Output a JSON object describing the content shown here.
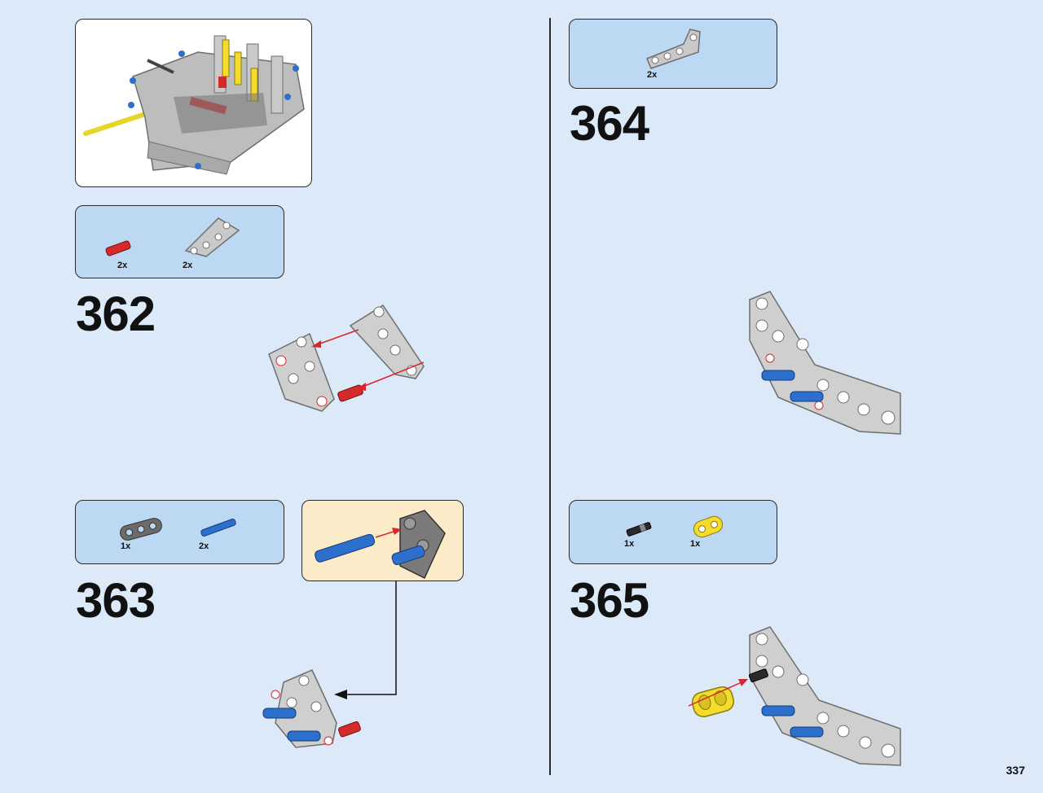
{
  "page": {
    "number": "337"
  },
  "steps": {
    "s362": {
      "number": "362",
      "parts": [
        {
          "name": "red-axle-pin",
          "qty": "2x"
        },
        {
          "name": "triangle-liftarm",
          "qty": "2x"
        }
      ]
    },
    "s363": {
      "number": "363",
      "parts": [
        {
          "name": "dark-gray-liftarm-1x3",
          "qty": "1x"
        },
        {
          "name": "blue-pin",
          "qty": "2x"
        }
      ]
    },
    "s364": {
      "number": "364",
      "parts": [
        {
          "name": "bent-liftarm",
          "qty": "2x"
        }
      ]
    },
    "s365": {
      "number": "365",
      "parts": [
        {
          "name": "black-axle-pin",
          "qty": "1x"
        },
        {
          "name": "yellow-liftarm-1x2",
          "qty": "1x"
        }
      ]
    }
  },
  "colors": {
    "background": "#dce9f8",
    "parts_box": "#bcd8f3",
    "subassembly_box": "#fcebc9",
    "arrow": "#d8262d",
    "pin_blue": "#2d6fcc",
    "pin_red": "#d42a2a",
    "beam_gray": "#c9c9c9",
    "yellow": "#f3dc2b"
  }
}
